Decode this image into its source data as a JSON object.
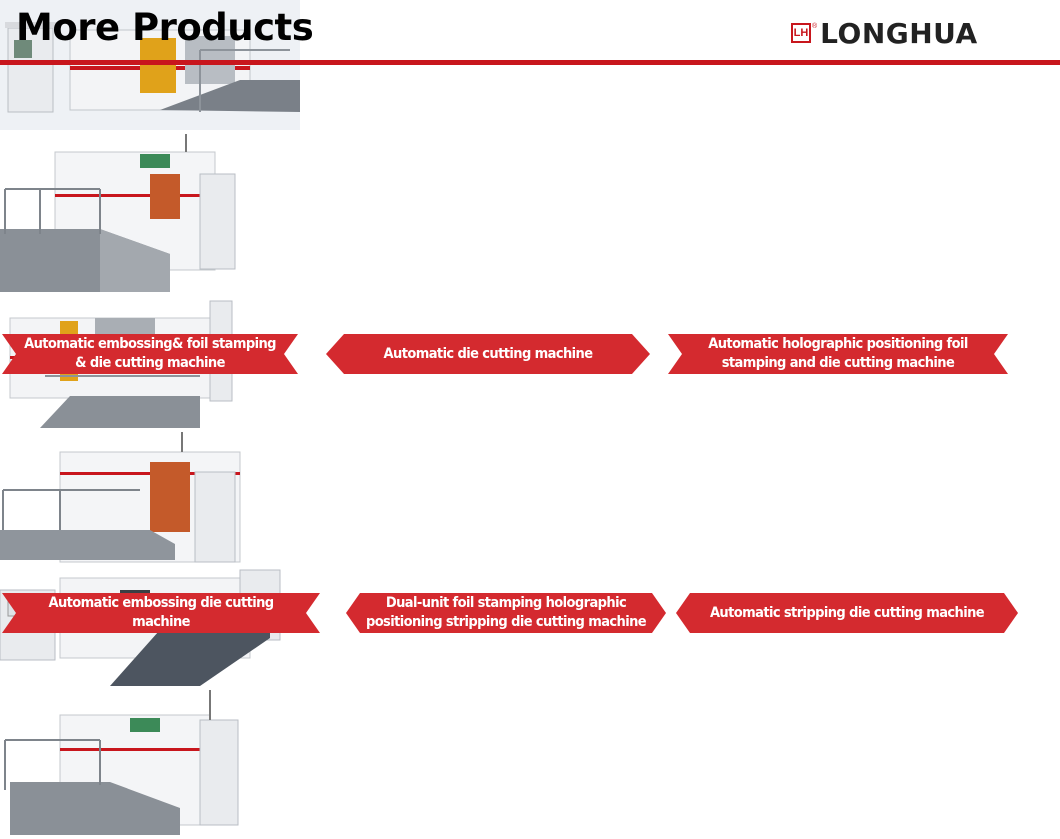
{
  "header": {
    "title": "More Products",
    "logo_mark": "LH",
    "logo_reg": "®",
    "logo_text": "LONGHUA"
  },
  "colors": {
    "accent": "#c8161d",
    "ribbon": "#d42a2f"
  },
  "products": [
    {
      "line1": "Automatic embossing& foil stamping",
      "line2": "& die cutting machine"
    },
    {
      "line1": "Automatic die cutting machine",
      "line2": ""
    },
    {
      "line1": "Automatic holographic positioning foil",
      "line2": "stamping and die cutting machine"
    },
    {
      "line1": "Automatic  embossing die cutting",
      "line2": "machine"
    },
    {
      "line1": "Dual-unit foil stamping holographic",
      "line2": "positioning stripping die cutting machine"
    },
    {
      "line1": "Automatic stripping die cutting machine",
      "line2": ""
    }
  ]
}
